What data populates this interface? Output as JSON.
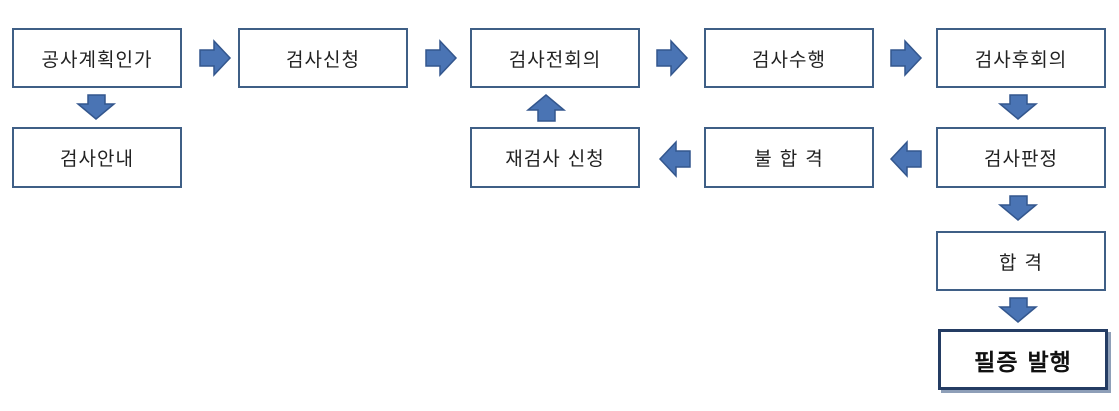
{
  "nodes": {
    "plan_approval": "공사계획인가",
    "inspection_notice": "검사안내",
    "inspection_request": "검사신청",
    "pre_meeting": "검사전회의",
    "inspection_execution": "검사수행",
    "post_meeting": "검사후회의",
    "judgment": "검사판정",
    "fail": "불 합 격",
    "reinspection_request": "재검사 신청",
    "pass": "합  격",
    "certificate_issue": "필증 발행"
  },
  "colors": {
    "box_border": "#3f5f86",
    "arrow_fill": "#4a74b4",
    "arrow_stroke": "#33568d"
  }
}
